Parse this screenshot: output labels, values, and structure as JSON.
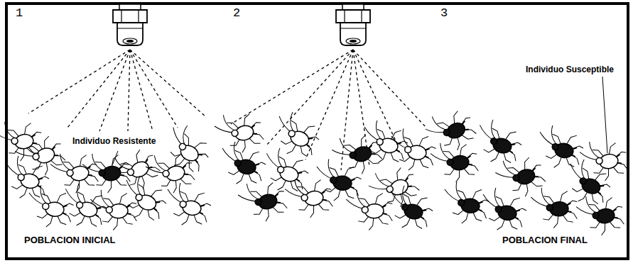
{
  "diagram": {
    "labels": [
      "1",
      "Individuo Resistente",
      "POBLACION INICIAL",
      "2",
      "3",
      "Individuo Susceptible",
      "POBLACION FINAL"
    ]
  }
}
